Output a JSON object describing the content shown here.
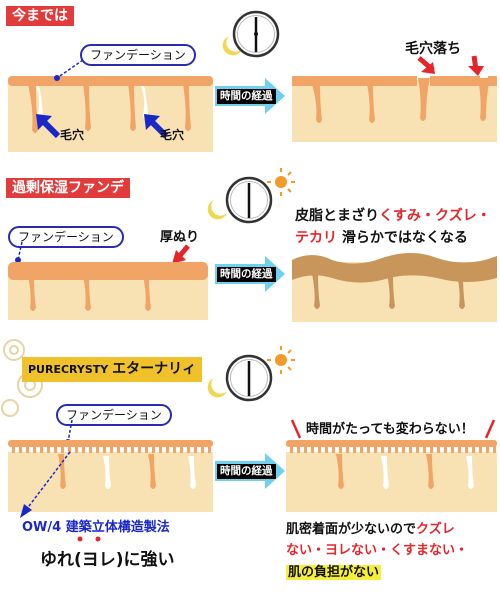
{
  "section1": {
    "tag": "今までは",
    "foundation_label": "ファンデーション",
    "pore_label_left": "毛穴",
    "pore_label_right": "毛穴",
    "arrow_label": "時間の経過",
    "result_label": "毛穴落ち"
  },
  "section2": {
    "tag": "過剰保湿ファンデ",
    "foundation_label": "ファンデーション",
    "thick_label": "厚ぬり",
    "arrow_label": "時間の経過",
    "result_line1_normal": "皮脂とまざり",
    "result_line1_red": "くすみ・クズレ・",
    "result_line2_red": "テカリ",
    "result_line2_normal": "滑らかではなくなる"
  },
  "section3": {
    "tag_brand": "PURECRYSTY",
    "tag_product": "エターナリィ",
    "foundation_label": "ファンデーション",
    "arrow_label": "時間の経過",
    "callout": "時間がたっても変わらない！",
    "structure_label": "OW/4 建築立体構造製法",
    "strength_label": "ゆれ(ヨレ)に強い",
    "result_line1_normal": "肌密着面が少ないので",
    "result_line1_red": "クズレ",
    "result_line2_red": "ない・ヨレない・くすまない・",
    "result_line3_highlight": "肌の負担がない"
  },
  "colors": {
    "tag_red": "#e23b3b",
    "tag_gold": "#efc12a",
    "skin": "#f8e2b4",
    "foundation": "#f0a566",
    "dull_foundation": "#c8955a",
    "arrow": "#6fd0f0",
    "callout_red": "#e4262a",
    "highlight_yellow": "#f5ef3a",
    "label_blue": "#1b28c8"
  },
  "icons": [
    "clock-icon",
    "moon-icon",
    "sun-icon",
    "red-arrow-icon",
    "blue-arrow-icon",
    "lace-flower-icon"
  ]
}
